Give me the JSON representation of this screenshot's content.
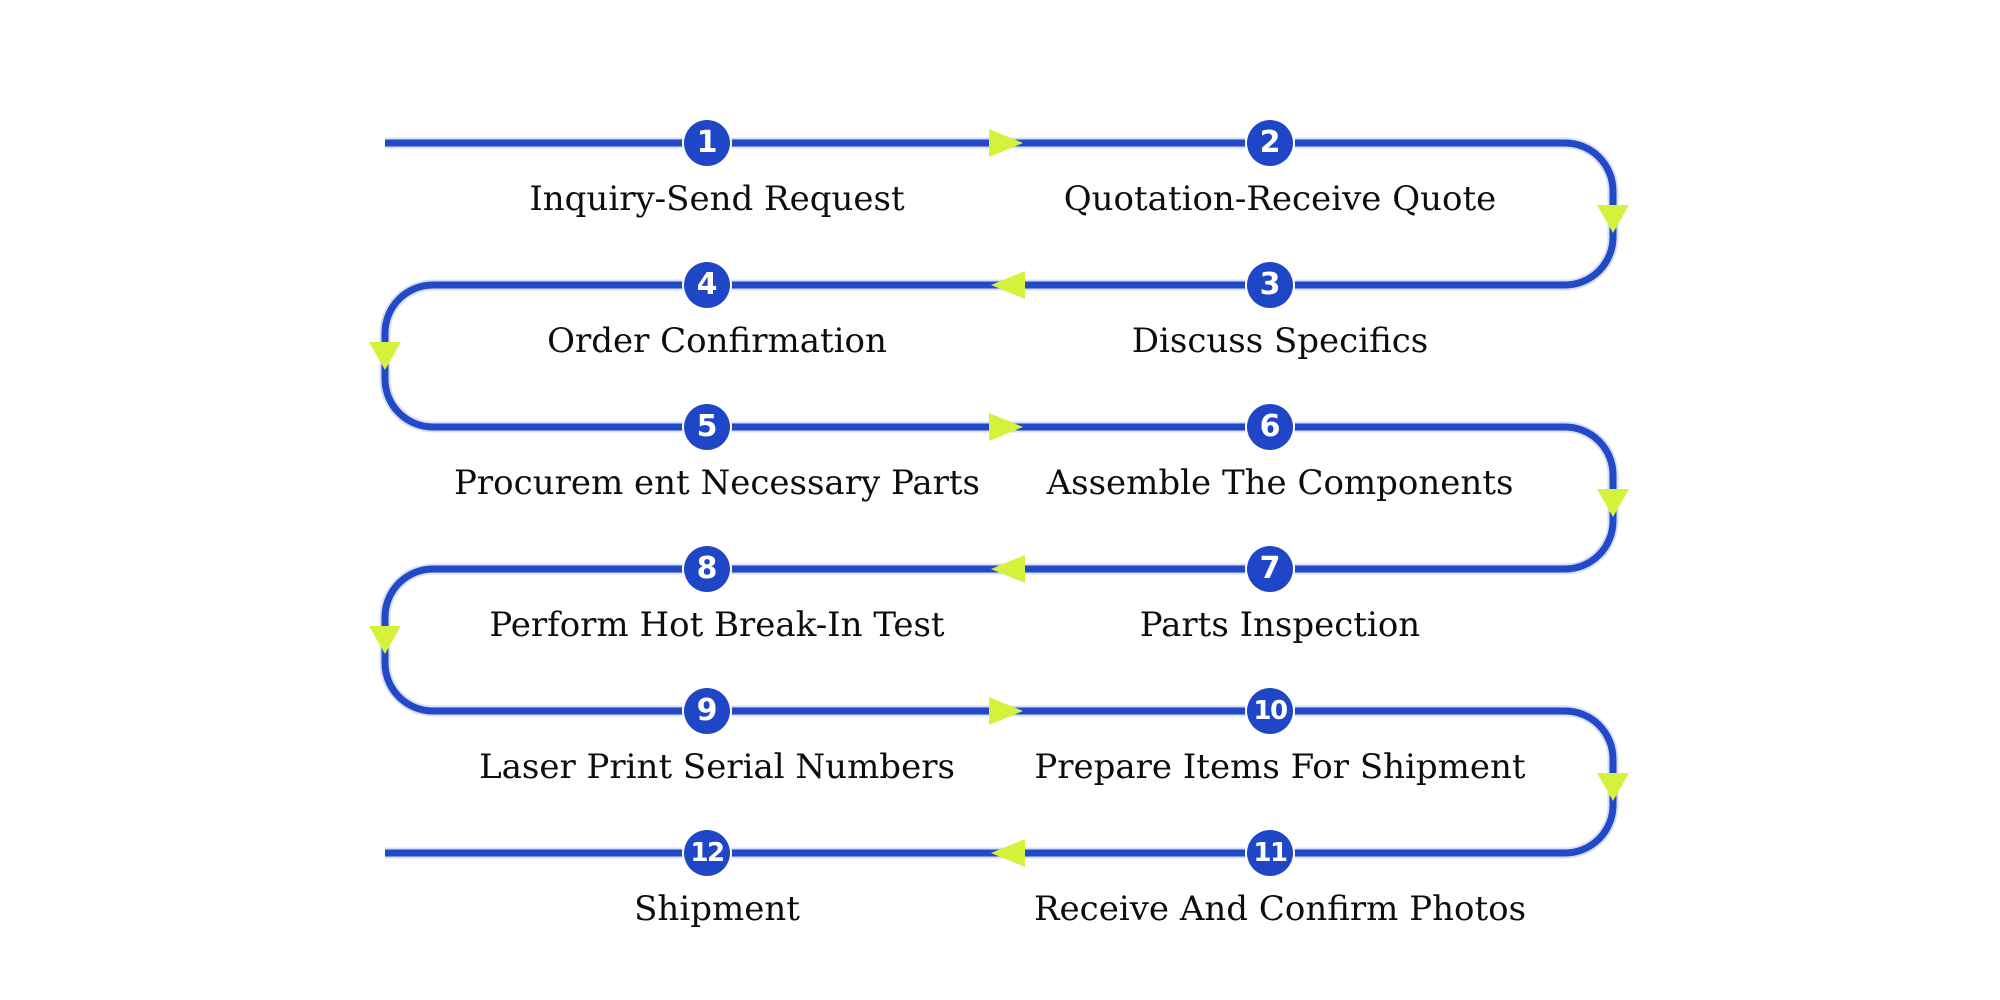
{
  "diagram": {
    "type": "process-flow-snake",
    "colors": {
      "line": "#2149C8",
      "circle": "#1E46C6",
      "arrow": "#D4F23C",
      "label": "#0d0d0d",
      "number": "#FFFFFF",
      "background": "#FFFFFF"
    },
    "steps": [
      {
        "number": "1",
        "label": "Inquiry-Send Request"
      },
      {
        "number": "2",
        "label": "Quotation-Receive Quote"
      },
      {
        "number": "3",
        "label": "Discuss Specifics"
      },
      {
        "number": "4",
        "label": "Order Confirmation"
      },
      {
        "number": "5",
        "label": "Procurem ent Necessary Parts"
      },
      {
        "number": "6",
        "label": "Assemble The Components"
      },
      {
        "number": "7",
        "label": "Parts Inspection"
      },
      {
        "number": "8",
        "label": "Perform Hot Break-In Test"
      },
      {
        "number": "9",
        "label": "Laser Print Serial Numbers"
      },
      {
        "number": "10",
        "label": "Prepare Items For Shipment"
      },
      {
        "number": "11",
        "label": "Receive And Confirm Photos"
      },
      {
        "number": "12",
        "label": "Shipment"
      }
    ]
  }
}
